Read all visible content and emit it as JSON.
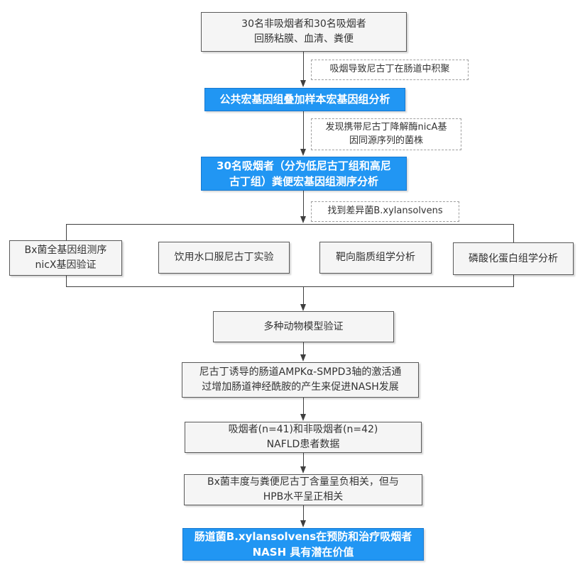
{
  "colors": {
    "accent_blue": "#2196f3",
    "accent_blue_dark": "#1879d0",
    "box_fill": "#f5f5f5",
    "box_border": "#595959",
    "dashed_border": "#9e9e9e",
    "line_color": "#3f3f3f",
    "text_dark": "#333333"
  },
  "nodes": {
    "sample_cohort": {
      "line1": "30名非吸烟者和30名吸烟者",
      "line2": "回肠粘膜、血清、粪便"
    },
    "note_accumulation": {
      "text": "吸烟导致尼古丁在肠道中积聚"
    },
    "public_metagenome": {
      "text": "公共宏基因组叠加样本宏基因组分析"
    },
    "note_nica": {
      "line1": "发现携带尼古丁降解酶nicA基",
      "line2": "因同源序列的菌株"
    },
    "smoker_metagenome": {
      "line1": "30名吸烟者（分为低尼古丁组和高尼",
      "line2": "古丁组）粪便宏基因组测序分析"
    },
    "note_bx_found": {
      "text": "找到差异菌B.xylansolvens"
    },
    "branch_genome": {
      "line1": "Bx菌全基因组测序",
      "line2": "nicX基因验证"
    },
    "branch_oral_nicotine": {
      "text": "饮用水口服尼古丁实验"
    },
    "branch_lipidomics": {
      "text": "靶向脂质组学分析"
    },
    "branch_phosphoproteomics": {
      "text": "磷酸化蛋白组学分析"
    },
    "animal_models": {
      "text": "多种动物模型验证"
    },
    "ampk_axis": {
      "line1": "尼古丁诱导的肠道AMPKα-SMPD3轴的激活通",
      "line2": "过增加肠道神经酰胺的产生来促进NASH发展"
    },
    "nafld_cohort": {
      "line1": "吸烟者(n=41)和非吸烟者(n=42)",
      "line2": "NAFLD患者数据"
    },
    "bx_correlation": {
      "line1": "Bx菌丰度与粪便尼古丁含量呈负相关，但与",
      "line2": "HPB水平呈正相关"
    },
    "conclusion": {
      "line1": "肠道菌B.xylansolvens在预防和治疗吸烟者",
      "line2": "NASH 具有潜在价值"
    }
  }
}
